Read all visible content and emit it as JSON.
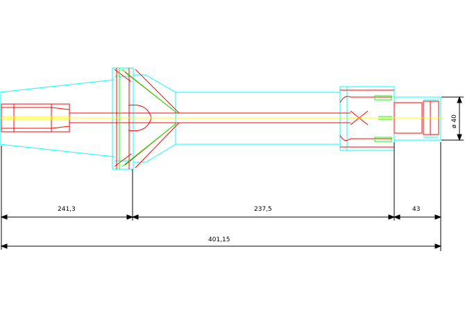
{
  "colors": {
    "background": "#ffffff",
    "outline": "#00ffff",
    "section": "#ff0000",
    "centerline": "#ffff00",
    "accent": "#00ff00",
    "dimension": "#000000"
  },
  "dimensions": {
    "seg1": "241,3",
    "seg2": "237,5",
    "seg3": "43",
    "total": "401,15",
    "diameter": "ø 40"
  }
}
